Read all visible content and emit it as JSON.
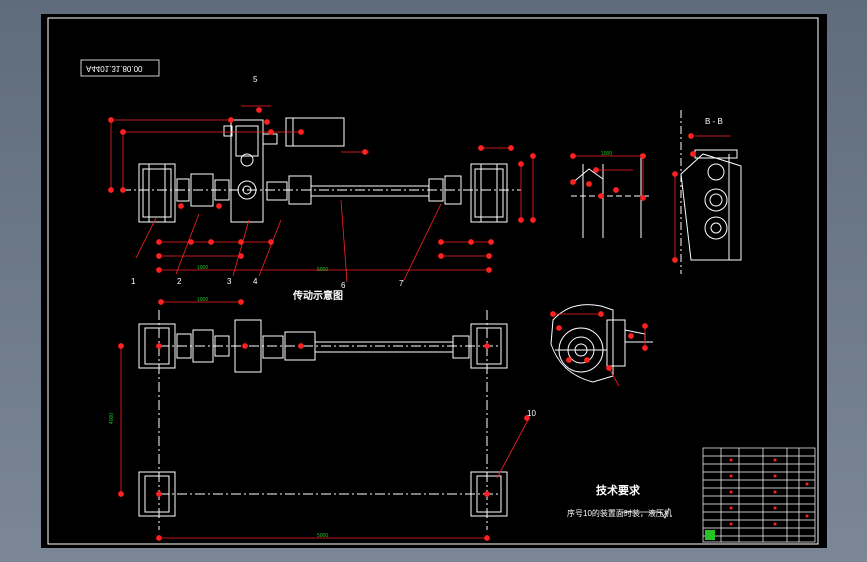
{
  "drawing": {
    "stamp_text": "A4401.31.80.00",
    "title_diagram": "传动示意图",
    "tech_req_title": "技术要求",
    "tech_req_text": "序号10的装置面时装，液压机",
    "section_label": "B - B",
    "part_numbers": [
      "1",
      "2",
      "3",
      "4",
      "5",
      "6",
      "7",
      "10"
    ],
    "dims": {
      "d1": "1000",
      "d2": "5000",
      "d3": "5000",
      "d4": "4000",
      "d5": "1000",
      "d6": "1000"
    }
  },
  "colors": {
    "bg": "#000000",
    "line": "#ffffff",
    "dim": "#ff2020",
    "green": "#23c423",
    "accent": "#ff3030"
  },
  "title_block": {
    "rows": 12
  }
}
